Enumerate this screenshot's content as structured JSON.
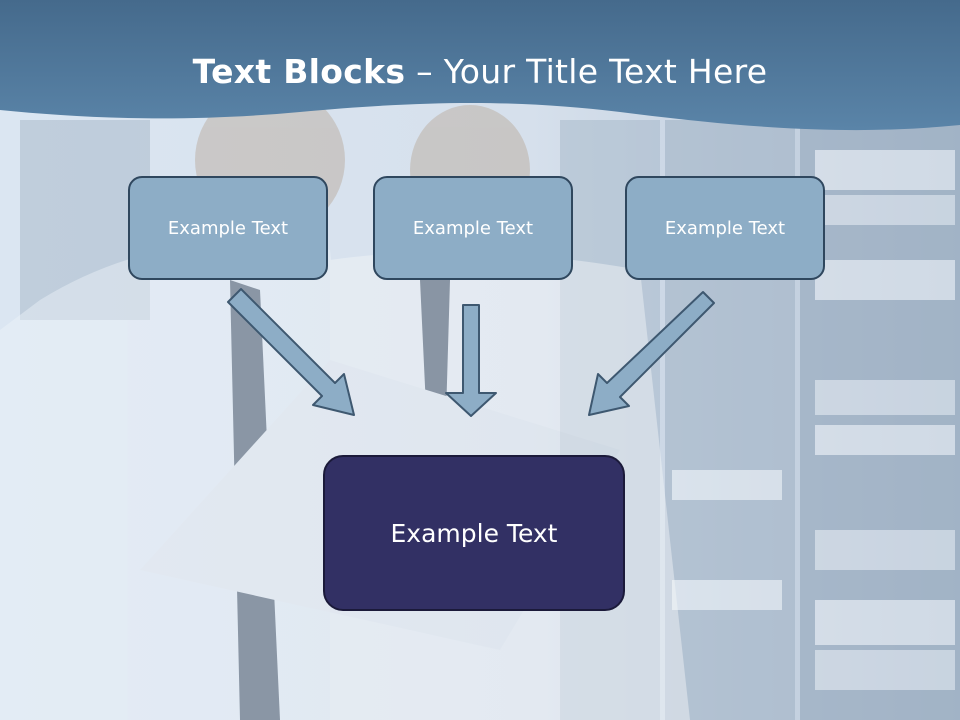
{
  "slide": {
    "title_bold": "Text Blocks",
    "title_dash": " – ",
    "title_rest": "Your Title Text Here"
  },
  "blocks": [
    {
      "label": "Example Text"
    },
    {
      "label": "Example Text"
    },
    {
      "label": "Example Text"
    }
  ],
  "center_block": {
    "label": "Example Text"
  },
  "colors": {
    "header": "#4f7596",
    "small_box": "#8dadc6",
    "small_box_border": "#2f475e",
    "center_box": "#323064",
    "arrow_fill": "#8dadc6",
    "arrow_stroke": "#3e5870"
  },
  "icons": [
    "arrow-down-right-icon",
    "arrow-down-icon",
    "arrow-down-left-icon"
  ]
}
